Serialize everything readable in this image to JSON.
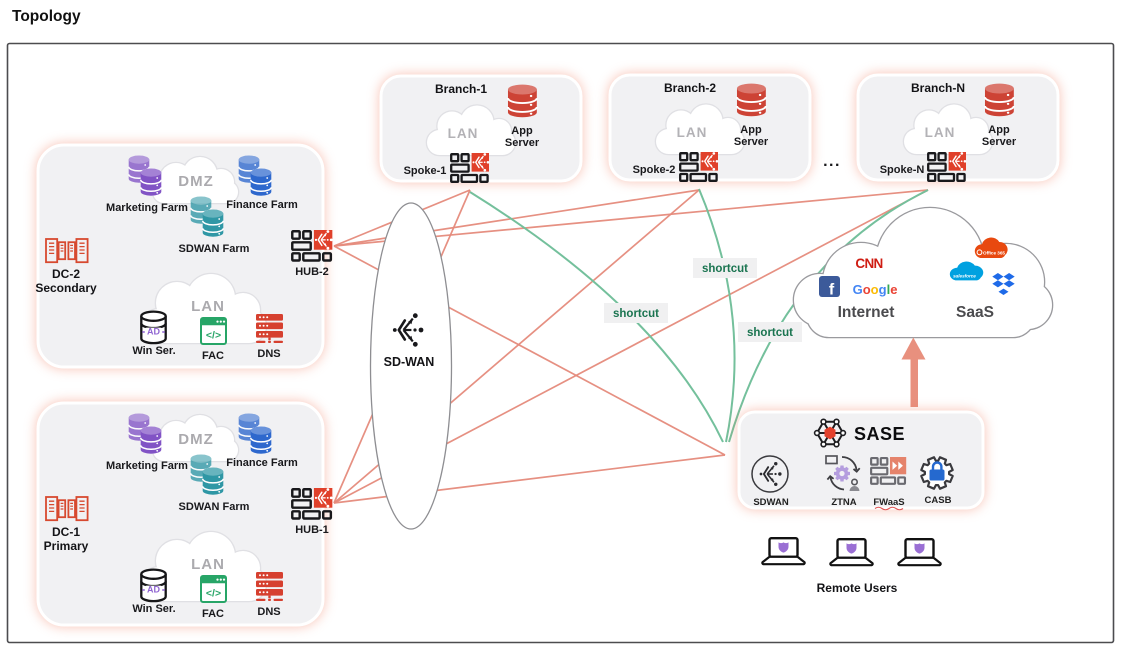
{
  "title": "Topology",
  "colors": {
    "line_red": "#e58a7b",
    "line_green": "#74c09c",
    "device_red": "#e0402a",
    "box_fill": "#f1f1f3",
    "accent_glow": "#f0b3a3",
    "shortcut_green": "#1a7450"
  },
  "datacenters": [
    {
      "name_lines": [
        "DC-2",
        "Secondary"
      ],
      "dmz_label": "DMZ",
      "farm_labels": [
        "Marketing Farm",
        "Finance Farm",
        "SDWAN Farm"
      ],
      "lan_label": "LAN",
      "server_labels": [
        "Win Ser.",
        "FAC",
        "DNS"
      ],
      "win_badge": "AD",
      "fac_glyph": "</>",
      "hub_label": "HUB-2"
    },
    {
      "name_lines": [
        "DC-1",
        "Primary"
      ],
      "dmz_label": "DMZ",
      "farm_labels": [
        "Marketing Farm",
        "Finance Farm",
        "SDWAN Farm"
      ],
      "lan_label": "LAN",
      "server_labels": [
        "Win Ser.",
        "FAC",
        "DNS"
      ],
      "win_badge": "AD",
      "fac_glyph": "</>",
      "hub_label": "HUB-1"
    }
  ],
  "branches": [
    {
      "title": "Branch-1",
      "app_server_lines": [
        "App",
        "Server"
      ],
      "lan_label": "LAN",
      "spoke_label": "Spoke-1"
    },
    {
      "title": "Branch-2",
      "app_server_lines": [
        "App",
        "Server"
      ],
      "lan_label": "LAN",
      "spoke_label": "Spoke-2"
    },
    {
      "title": "Branch-N",
      "app_server_lines": [
        "App",
        "Server"
      ],
      "lan_label": "LAN",
      "spoke_label": "Spoke-N"
    }
  ],
  "branch_ellipsis": "...",
  "sdwan_cloud_label": "SD-WAN",
  "shortcut_labels": [
    "shortcut",
    "shortcut",
    "shortcut"
  ],
  "internet_cloud": {
    "internet_label": "Internet",
    "saas_label": "SaaS",
    "cnn_logo_text": "CNN",
    "facebook_letter": "f",
    "google_letters": [
      "G",
      "o",
      "o",
      "g",
      "l",
      "e"
    ],
    "office_logo_text": "Office 365",
    "salesforce_logo_text": "salesforce"
  },
  "sase": {
    "title": "SASE",
    "services": [
      "SDWAN",
      "ZTNA",
      "FWaaS",
      "CASB"
    ]
  },
  "remote_users_label": "Remote Users"
}
